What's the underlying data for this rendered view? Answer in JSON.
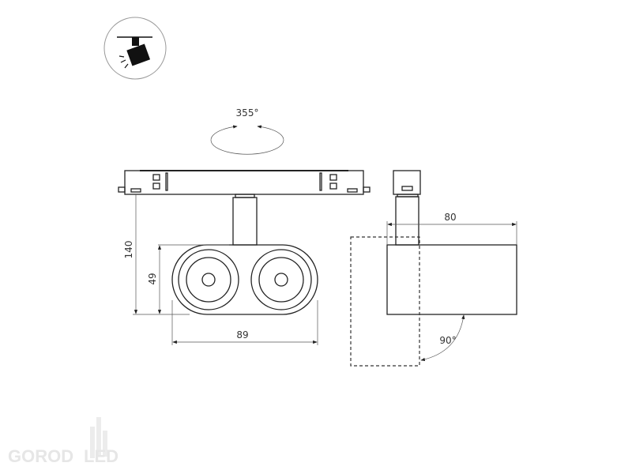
{
  "title": "Track spotlight dimensional drawing",
  "labels": {
    "rotation": "355°",
    "height_total": "140",
    "height_head": "49",
    "width_head": "89",
    "depth_head": "80",
    "tilt": "90°"
  },
  "logo": {
    "text": "GOROD",
    "suffix": "LED"
  },
  "colors": {
    "line": "#222222",
    "logo": "#e6e6e6"
  }
}
